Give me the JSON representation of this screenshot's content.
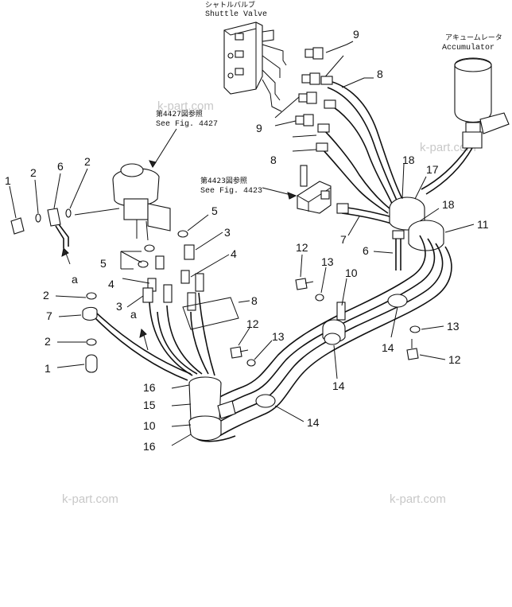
{
  "labels": {
    "shuttle_valve_jp": "シャトルバルブ",
    "shuttle_valve_en": "Shuttle Valve",
    "accumulator_jp": "アキュームレータ",
    "accumulator_en": "Accumulator",
    "fig4427_jp": "第4427図参照",
    "fig4427_en": "See Fig. 4427",
    "fig4423_jp": "第4423図参照",
    "fig4423_en": "See Fig. 4423",
    "ref_a": "a",
    "watermark": "k-part.com"
  },
  "callouts": {
    "n1": "1",
    "n2": "2",
    "n3": "3",
    "n4": "4",
    "n5": "5",
    "n6": "6",
    "n7": "7",
    "n8": "8",
    "n9": "9",
    "n10": "10",
    "n11": "11",
    "n12": "12",
    "n13": "13",
    "n14": "14",
    "n15": "15",
    "n16": "16",
    "n17": "17",
    "n18": "18"
  }
}
